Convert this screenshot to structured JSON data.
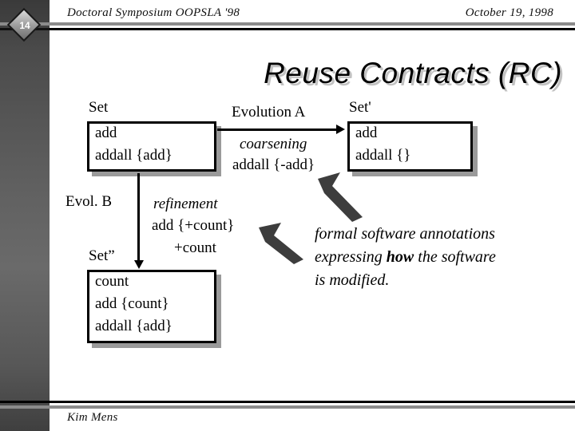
{
  "header": {
    "page_number": "14",
    "left_text": "Doctoral Symposium OOPSLA '98",
    "right_text": "October 19, 1998"
  },
  "title": "Reuse Contracts (RC)",
  "diagram": {
    "box_set": {
      "label": "Set",
      "lines": [
        "add",
        "addall {add}"
      ]
    },
    "box_set_prime": {
      "label": "Set'",
      "lines": [
        "add",
        "addall {}"
      ]
    },
    "box_set_double_prime": {
      "label": "Set”",
      "lines": [
        "count",
        "add {count}",
        "addall {add}"
      ]
    },
    "evolution_a": {
      "name": "Evolution A",
      "kind": "coarsening",
      "operation": "addall {-add}"
    },
    "evolution_b": {
      "name": "Evol. B",
      "kind": "refinement",
      "operation": "add {+count}",
      "extra": "+count"
    }
  },
  "annotation": {
    "line1": "formal software annotations",
    "line2_pre": "expressing ",
    "line2_bold": "how",
    "line2_post": " the software",
    "line3": "is modified."
  },
  "footer": {
    "author": "Kim Mens"
  },
  "colors": {
    "sidebar_dark": "#3a3a3a",
    "sidebar_light": "#6a6a6a",
    "rule_gray": "#8b8b8b",
    "rule_black": "#000000",
    "box_shadow": "#9a9a9a",
    "title_shadow": "#c2c2c2",
    "block_arrow": "#3d3d3d"
  }
}
